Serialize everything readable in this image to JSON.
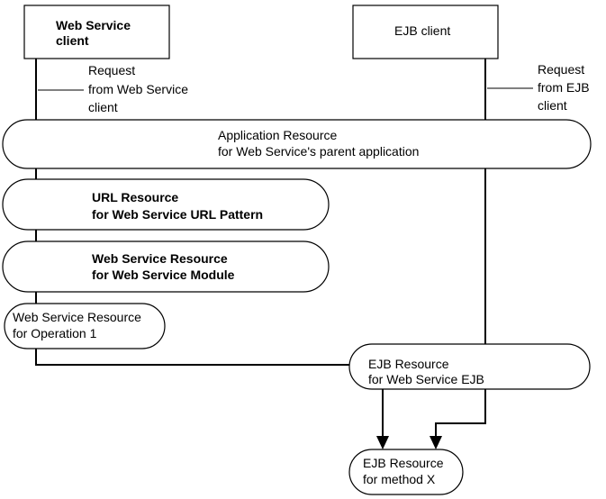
{
  "clients": {
    "ws": {
      "line1": "Web Service",
      "line2": "client"
    },
    "ejb": {
      "line1": "EJB client"
    }
  },
  "requests": {
    "ws": {
      "line1": "Request",
      "line2": "from Web Service",
      "line3": "client"
    },
    "ejb": {
      "line1": "Request",
      "line2": "from EJB",
      "line3": "client"
    }
  },
  "resources": {
    "application": {
      "line1": "Application  Resource",
      "line2": "for Web Service's parent application"
    },
    "url": {
      "line1": "URL Resource",
      "line2": "for Web Service URL Pattern"
    },
    "ws_module": {
      "line1": "Web Service Resource",
      "line2": "for Web Service Module"
    },
    "ws_operation": {
      "line1": "Web Service Resource",
      "line2": "for Operation 1"
    },
    "ejb": {
      "line1": "EJB Resource",
      "line2": "for Web Service EJB"
    },
    "ejb_method": {
      "line1": "EJB Resource",
      "line2": "for method X"
    }
  }
}
